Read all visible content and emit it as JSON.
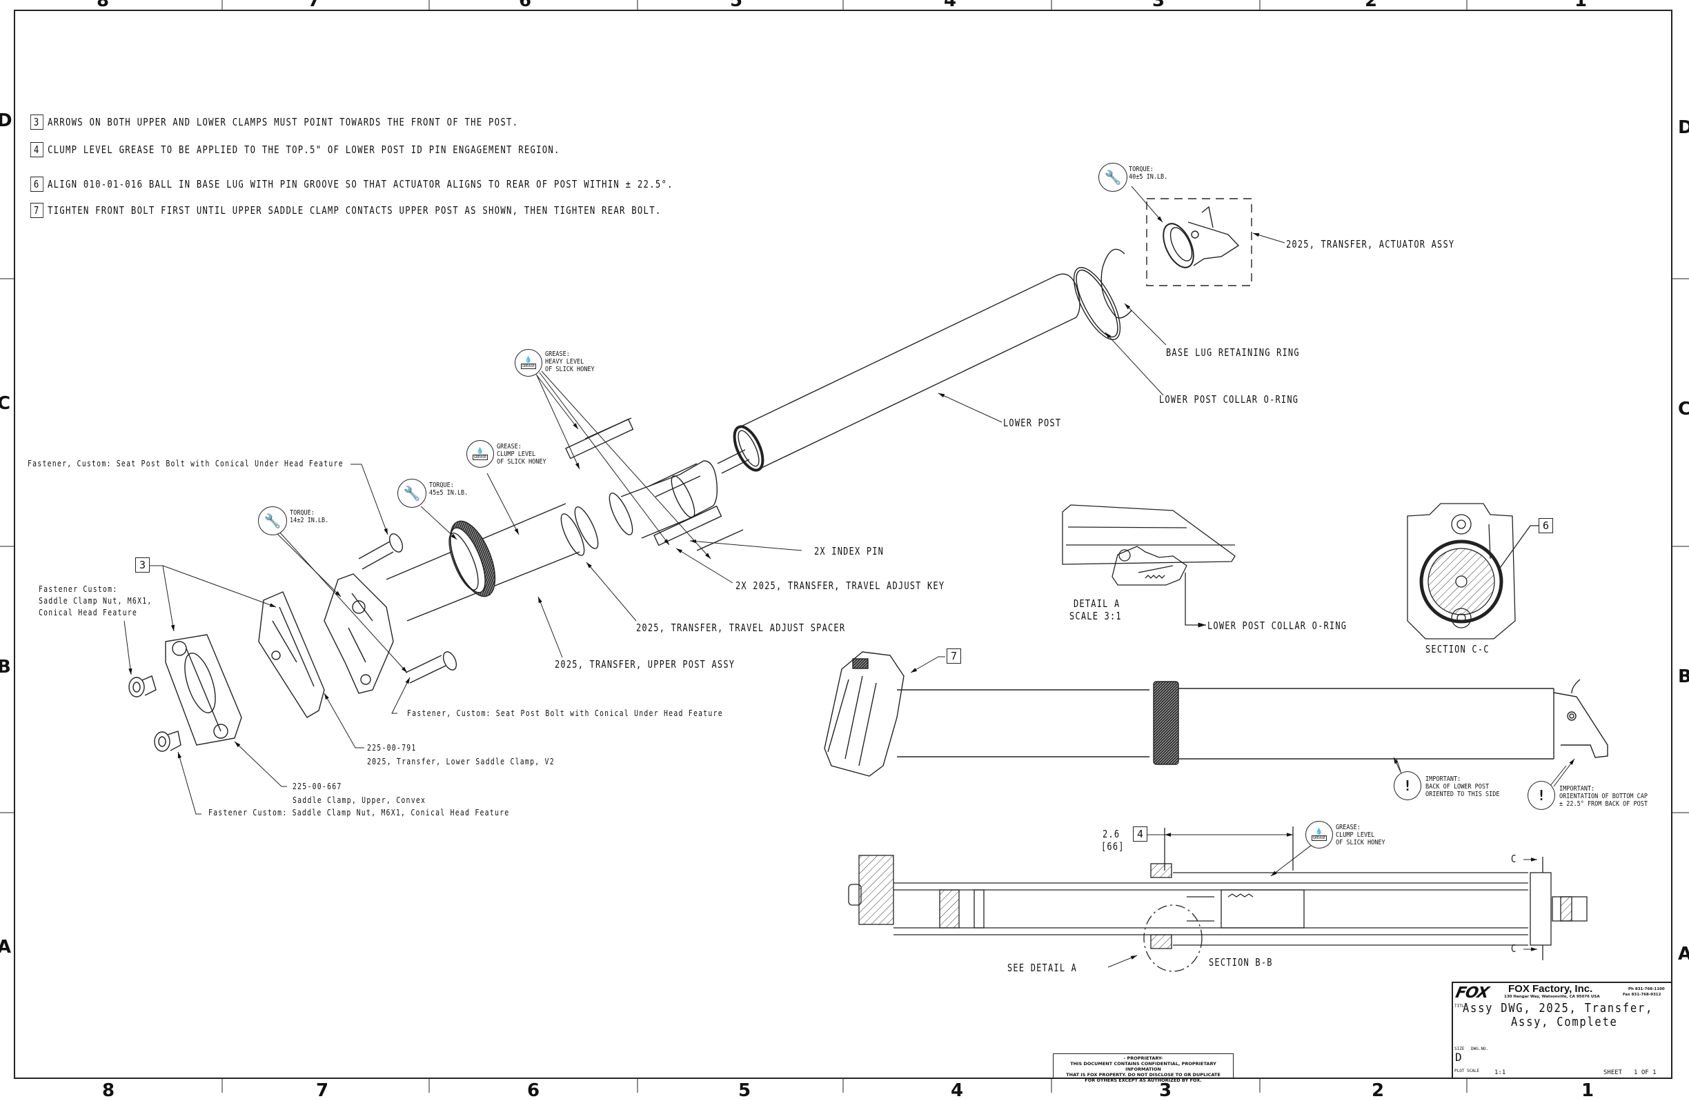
{
  "sheet": {
    "zone_columns": [
      "8",
      "7",
      "6",
      "5",
      "4",
      "3",
      "2",
      "1"
    ],
    "zone_rows": [
      "D",
      "C",
      "B",
      "A"
    ]
  },
  "notes": [
    {
      "flag": "3",
      "text": "ARROWS ON BOTH UPPER AND LOWER CLAMPS MUST POINT TOWARDS THE FRONT OF THE POST."
    },
    {
      "flag": "4",
      "text": "CLUMP LEVEL GREASE TO BE APPLIED TO THE TOP.5\" OF LOWER POST ID PIN ENGAGEMENT REGION."
    },
    {
      "flag": "6",
      "text": "ALIGN 010-01-016 BALL IN BASE LUG WITH PIN GROOVE SO THAT ACTUATOR ALIGNS TO REAR OF POST WITHIN ± 22.5°."
    },
    {
      "flag": "7",
      "text": "TIGHTEN FRONT BOLT FIRST UNTIL UPPER SADDLE CLAMP CONTACTS UPPER POST AS SHOWN, THEN TIGHTEN REAR BOLT."
    }
  ],
  "callouts": {
    "actuator_assy": "2025, TRANSFER, ACTUATOR ASSY",
    "base_lug_ring": "BASE LUG RETAINING RING",
    "lower_post_oring": "LOWER POST COLLAR O-RING",
    "lower_post": "LOWER POST",
    "index_pin": "2X INDEX PIN",
    "travel_adjust_key": "2X 2025, TRANSFER, TRAVEL ADJUST KEY",
    "travel_adjust_spacer": "2025, TRANSFER, TRAVEL ADJUST SPACER",
    "upper_post_assy": "2025, TRANSFER, UPPER POST ASSY",
    "seat_post_bolt_top": "Fastener, Custom: Seat Post Bolt with Conical Under Head Feature",
    "seat_post_bolt_bottom": "Fastener, Custom: Seat Post Bolt with Conical Under Head Feature",
    "clamp_nut_top_lines": [
      "Fastener Custom:",
      "Saddle Clamp Nut, M6X1,",
      "Conical Head Feature"
    ],
    "lower_clamp_pn": "225-00-791",
    "lower_clamp_name": "2025, Transfer, Lower Saddle Clamp, V2",
    "upper_clamp_pn": "225-00-667",
    "upper_clamp_name": "Saddle Clamp, Upper, Convex",
    "clamp_nut_bottom": "Fastener Custom: Saddle Clamp Nut, M6X1, Conical Head Feature",
    "detail_a_oring": "LOWER POST COLLAR O-RING",
    "see_detail_a": "SEE DETAIL A"
  },
  "flags": {
    "clamps": "3",
    "section_cc": "6",
    "assembled": "7",
    "dimension": "4"
  },
  "symbols": {
    "torque_actuator": [
      "TORQUE:",
      "40±5 IN.LB."
    ],
    "torque_collar": [
      "TORQUE:",
      "45±5 IN.LB."
    ],
    "torque_bolt": [
      "TORQUE:",
      "14±2 IN.LB."
    ],
    "grease_heavy": [
      "GREASE:",
      "HEAVY LEVEL",
      "OF SLICK HONEY"
    ],
    "grease_clump": [
      "GREASE:",
      "CLUMP LEVEL",
      "OF SLICK HONEY"
    ],
    "grease_section": [
      "GREASE:",
      "CLUMP LEVEL",
      "OF SLICK HONEY"
    ],
    "important_back": [
      "IMPORTANT:",
      "BACK OF LOWER POST",
      "ORIENTED TO THIS SIDE"
    ],
    "important_cap": [
      "IMPORTANT:",
      "ORIENTATION OF  BOTTOM CAP",
      "± 22.5° FROM BACK OF POST"
    ],
    "grease_badge": "GREASE",
    "important_glyph": "!"
  },
  "views": {
    "detail_a_title": "DETAIL A",
    "detail_a_scale": "SCALE 3:1",
    "section_cc": "SECTION C-C",
    "section_bb": "SECTION B-B",
    "section_marker": "C",
    "dimension_in": "2.6",
    "dimension_mm": "[66]"
  },
  "title_block": {
    "company": "FOX Factory, Inc.",
    "logo": "FOX",
    "address": "130 Hangar Way, Watsonville, CA 95076 USA",
    "phone": "Ph 831-768-1100",
    "fax": "Fax 831-768-9312",
    "title_label": "TITLE",
    "title_line1": "Assy DWG, 2025, Transfer,",
    "title_line2": "Assy, Complete",
    "size_label": "SIZE",
    "size_value": "D",
    "dwg_no_label": "DWG.NO.",
    "plot_scale_label": "PLOT SCALE",
    "plot_scale_value": "1:1",
    "sheet_label": "SHEET",
    "sheet_value": "1 OF 1"
  },
  "proprietary": {
    "heading": "- PROPRIETARY-",
    "lines": [
      "THIS DOCUMENT CONTAINS CONFIDENTIAL, PROPRIETARY INFORMATION",
      "THAT IS FOX PROPERTY.  DO NOT DISCLOSE TO OR DUPLICATE",
      "FOR OTHERS EXCEPT AS AUTHORIZED BY FOX."
    ]
  }
}
